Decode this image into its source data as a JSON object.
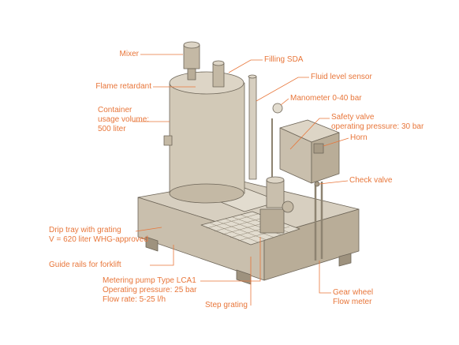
{
  "colors": {
    "label": "#e8763a",
    "leader": "#e8763a",
    "equipment_fill": "#d7cfc0",
    "equipment_dark": "#b9ad98",
    "equipment_stroke": "#6d6558",
    "background": "#ffffff"
  },
  "labels": {
    "mixer": "Mixer",
    "flame_retardant": "Flame retardant",
    "container": "Container\nusage volume:\n500 liter",
    "filling_sda": "Filling SDA",
    "fluid_level_sensor": "Fluid level sensor",
    "manometer": "Manometer 0-40 bar",
    "safety_valve": "Safety valve\noperating pressure: 30 bar",
    "horn": "Horn",
    "check_valve": "Check valve",
    "drip_tray": "Drip tray with grating\nV = 620 liter WHG-approved",
    "guide_rails": "Guide rails for forklift",
    "metering_pump": "Metering pump Type LCA1\nOperating pressure: 25 bar\nFlow rate: 5-25 l/h",
    "step_grating": "Step grating",
    "gear_wheel": "Gear wheel\nFlow meter"
  }
}
